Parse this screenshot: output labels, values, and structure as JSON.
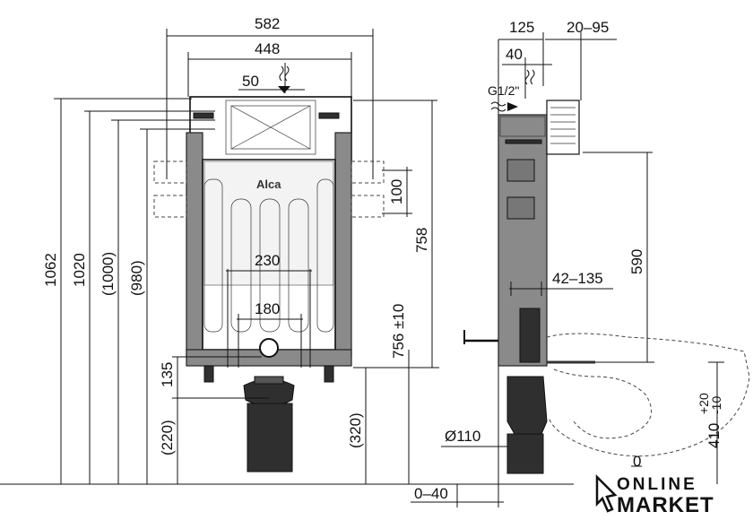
{
  "drawing": {
    "brand_logo_text": "Alca",
    "front_dims": {
      "overall_width": "582",
      "frame_width": "448",
      "inlet_offset": "50",
      "overall_height": "1062",
      "height_1020": "1020",
      "height_1000": "(1000)",
      "height_980": "(980)",
      "anchor_spacing": "100",
      "frame_height_758": "758",
      "leg_width_230": "230",
      "leg_width_180": "180",
      "outlet_height": "756 ±10",
      "drain_135": "135",
      "drain_220": "(220)",
      "drain_320": "(320)"
    },
    "side_dims": {
      "depth_125": "125",
      "wall_gap": "20–95",
      "depth_40": "40",
      "water_inlet": "G1/2\"",
      "height_590": "590",
      "rod_range": "42–135",
      "pipe_diameter": "Ø110",
      "floor_offset": "0–40",
      "bowl_height": "410",
      "bowl_tol_plus": "+20",
      "bowl_tol_minus": "-10",
      "zero_mark": "0"
    }
  },
  "watermark": {
    "line1": "ONLINE",
    "line2": "MARKET"
  }
}
